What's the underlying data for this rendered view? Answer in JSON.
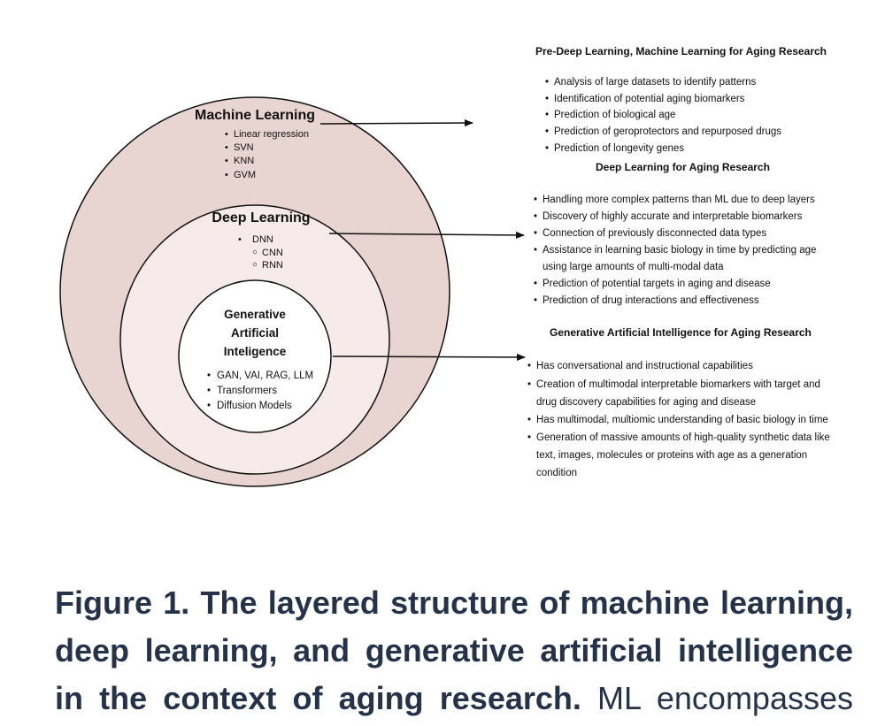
{
  "ml": {
    "title": "Machine Learning",
    "items": [
      "Linear regression",
      "SVN",
      "KNN",
      "GVM"
    ]
  },
  "dl": {
    "title": "Deep Learning",
    "items": [
      "DNN"
    ],
    "subitems": [
      "CNN",
      "RNN"
    ]
  },
  "gai": {
    "title_lines": [
      "Generative",
      "Artificial",
      "Inteligence"
    ],
    "items": [
      "GAN, VAI, RAG, LLM",
      "Transformers",
      "Diffusion Models"
    ]
  },
  "panels": {
    "ml": {
      "heading": "Pre-Deep Learning, Machine Learning for Aging Research",
      "bullets": [
        "Analysis of  large datasets to identify patterns",
        "Identification of potential aging biomarkers",
        "Prediction of biological age",
        "Prediction of geroprotectors and repurposed drugs",
        "Prediction of longevity genes"
      ]
    },
    "dl": {
      "heading": "Deep Learning for Aging Research",
      "bullets": [
        "Handling more complex patterns than ML due to deep layers",
        "Discovery of  highly accurate and interpretable biomarkers",
        "Connection of previously disconnected data types",
        "Assistance in learning basic biology in time by predicting age",
        "using large amounts of multi-modal data",
        "Prediction of potential targets in aging and disease",
        "Prediction of drug interactions and effectiveness"
      ]
    },
    "gai": {
      "heading": "Generative Artificial Intelligence for Aging Research",
      "bullets": [
        "Has conversational and instructional capabilities",
        "Creation of multimodal interpretable biomarkers with target and",
        "drug discovery capabilities for aging and disease",
        "Has multimodal, multiomic understanding of basic biology in time",
        "Generation of massive amounts of high-quality synthetic data like",
        "text, images, molecules or proteins with age as a generation",
        "condition"
      ]
    }
  },
  "caption": {
    "bold": "Figure 1. The layered structure of machine learning, deep learning, and generative artificial intelligence in the context of aging research.",
    "rest": " ML encompasses"
  },
  "colors": {
    "outer_fill": "#e8d4d0",
    "middle_fill": "#f6ebe9",
    "inner_fill": "#ffffff",
    "caption_text": "#24334a"
  }
}
